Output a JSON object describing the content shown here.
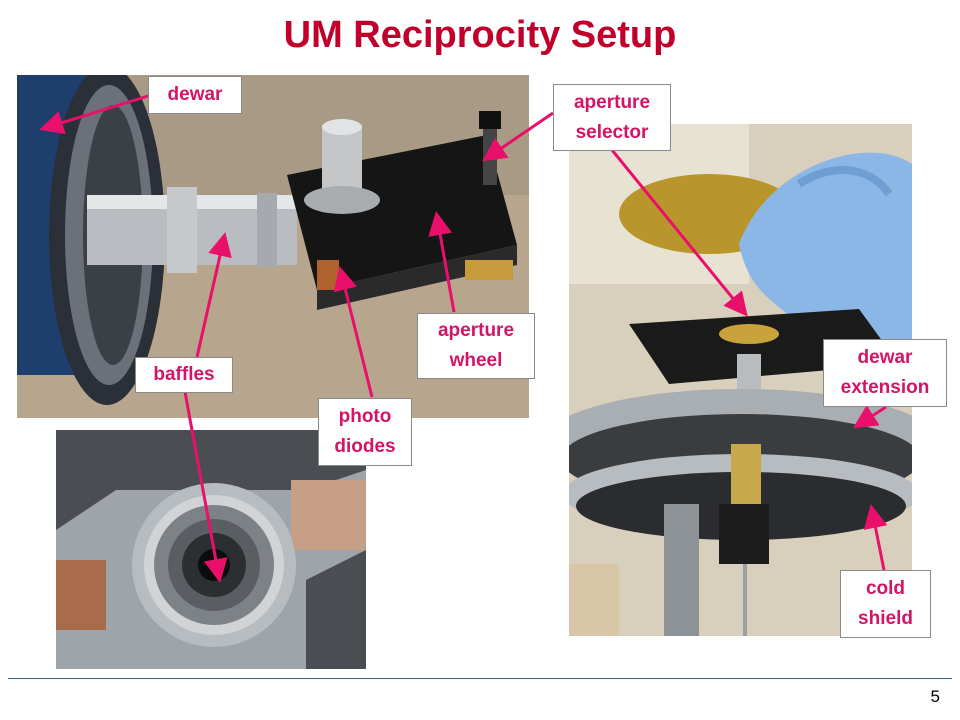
{
  "slide": {
    "title": "UM Reciprocity Setup",
    "page_number": "5"
  },
  "callouts": {
    "dewar": "dewar",
    "aperture_selector_l1": "aperture",
    "aperture_selector_l2": "selector",
    "aperture_wheel_l1": "aperture",
    "aperture_wheel_l2": "wheel",
    "baffles": "baffles",
    "photo_diodes_l1": "photo",
    "photo_diodes_l2": "diodes",
    "dewar_extension_l1": "dewar",
    "dewar_extension_l2": "extension",
    "cold_shield_l1": "cold",
    "cold_shield_l2": "shield"
  },
  "colors": {
    "title": "#c0002a",
    "callout_text": "#d31467",
    "arrow": "#e8106a"
  }
}
